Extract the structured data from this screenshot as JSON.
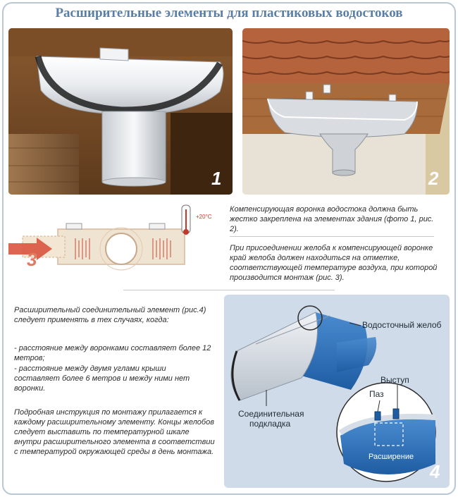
{
  "title": "Расширительные элементы для пластиковых водостоков",
  "photos": {
    "photo1_number": "1",
    "photo2_number": "2",
    "drawing3_number": "3",
    "drawing4_number": "4",
    "temperature_label": "+20°C"
  },
  "text_right": {
    "paragraph1": "Компенсирующая воронка водостока должна быть жестко закреплена на элементах здания (фото 1, рис. 2).",
    "paragraph2": "При присоединении желоба к компенсирующей воронке край желоба должен находиться на отметке, соответствующей температуре воздуха, при которой производится монтаж (рис. 3)."
  },
  "text_left": {
    "intro": "Расширительный соединительный элемент (рис.4) следует применять в тех случаях, когда:",
    "bullet1": "- расстояние между воронками составляет более 12 метров;",
    "bullet2": "- расстояние между двумя углами крыши составляет более 6 метров и между ними нет воронки.",
    "instruction": "Подробная инструкция по монтажу прилагается к каждому расширительному элементу. Концы желобов следует выставить по температурной шкале внутри расширительного элемента в соответствии с температурой окружающей среды в день монтажа."
  },
  "diagram4": {
    "label_gutter": "Водосточный желоб",
    "label_protrusion": "Выступ",
    "label_groove": "Паз",
    "label_connector_line1": "Соединительная",
    "label_connector_line2": "подкладка",
    "label_expansion": "Расширение"
  },
  "colors": {
    "title": "#5a7fa6",
    "panel4_bg": "#cfdbe9",
    "gutter_blue": "#2f6fb6",
    "arrow_red": "#d9553f"
  }
}
